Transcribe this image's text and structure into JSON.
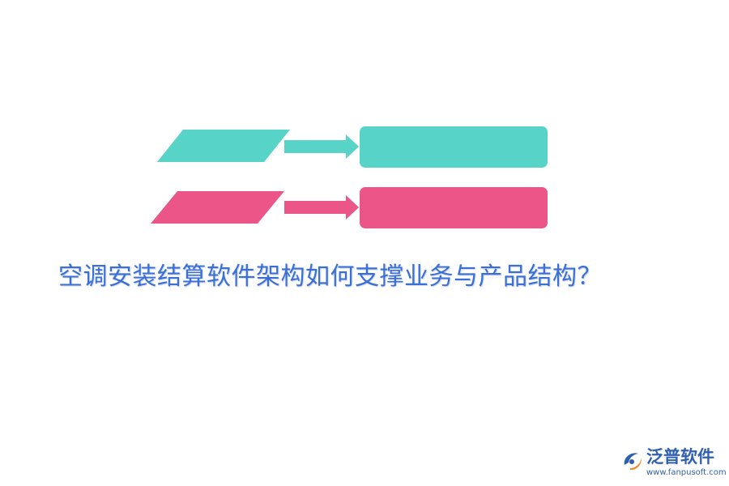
{
  "headline": "空调安装结算软件架构如何支撑业务与产品结构？",
  "brand": {
    "name": "泛普软件",
    "url": "www.fanpusoft.com",
    "icon": "fanpu-logo-icon",
    "color": "#2f5fb0"
  },
  "rows": [
    {
      "color": "#57d3c8"
    },
    {
      "color": "#ec5588"
    }
  ],
  "colors": {
    "headline": "#3a6fd8"
  }
}
